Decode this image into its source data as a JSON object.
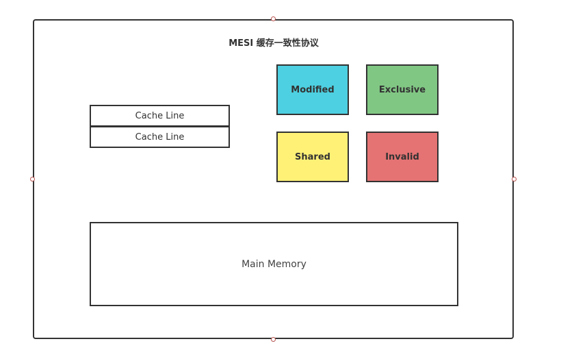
{
  "diagram": {
    "title": "MESI 缓存一致性协议",
    "cache_lines": [
      "Cache Line",
      "Cache Line"
    ],
    "states": [
      {
        "label": "Modified",
        "color": "#4dd0e1"
      },
      {
        "label": "Exclusive",
        "color": "#81c784"
      },
      {
        "label": "Shared",
        "color": "#fff176"
      },
      {
        "label": "Invalid",
        "color": "#e57373"
      }
    ],
    "memory_label": "Main Memory"
  }
}
